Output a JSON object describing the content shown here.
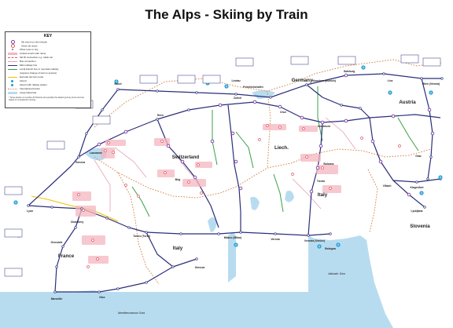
{
  "title": "The Alps - Skiing by Train",
  "key": {
    "heading": "KEY",
    "items": [
      {
        "label": "Ski resort on rail network",
        "symbol": "ring",
        "color": "#7a3fa0"
      },
      {
        "label": "Other ski resort",
        "symbol": "ring",
        "color": "#e05a6a"
      },
      {
        "label": "Other town or city",
        "symbol": "dot",
        "color": "#777777"
      },
      {
        "label": "Linked resorts with name",
        "symbol": "band",
        "color": "#f4b6bf"
      },
      {
        "label": "Ski lift connection e.g. cable car",
        "symbol": "dash",
        "color": "#e05a6a"
      },
      {
        "label": "Bus connection",
        "symbol": "line",
        "color": "#e8a0b8"
      },
      {
        "label": "Main railway line",
        "symbol": "line",
        "color": "#2b2f7a"
      },
      {
        "label": "Local branch line or mountain railway",
        "symbol": "line",
        "color": "#3aa047"
      },
      {
        "label": "(requires change of train to access)",
        "symbol": "none",
        "color": "#3aa047"
      },
      {
        "label": "Eurostar ski train route",
        "symbol": "line",
        "color": "#f3c200"
      },
      {
        "label": "Airport",
        "symbol": "airport",
        "color": "#1a9ad6"
      },
      {
        "label": "Airport with railway station",
        "symbol": "airport",
        "color": "#1a9ad6"
      },
      {
        "label": "International border",
        "symbol": "dotted",
        "color": "#d4874f"
      },
      {
        "label": "Large lakes/sea",
        "symbol": "band",
        "color": "#b8dcef"
      }
    ],
    "note": "* Some places on London-St Pancras are typically the fastest journey times and are based on a weekend morning."
  },
  "countries": [
    {
      "name": "Germany",
      "color": "#e8232b"
    },
    {
      "name": "Austria",
      "color": "#e8232b"
    },
    {
      "name": "Switzerland",
      "color": "#e8232b"
    },
    {
      "name": "Liech.",
      "color": "#e8232b"
    },
    {
      "name": "Italy",
      "color": "#e8232b"
    },
    {
      "name": "France",
      "color": "#e8232b"
    },
    {
      "name": "Slovenia",
      "color": "#e8232b"
    }
  ],
  "seas": [
    {
      "name": "Mediterranean Sea"
    },
    {
      "name": "Adriatic Sea"
    }
  ],
  "cities": [
    {
      "name": "Zurich"
    },
    {
      "name": "Bern"
    },
    {
      "name": "Geneva"
    },
    {
      "name": "Lyon"
    },
    {
      "name": "Grenoble"
    },
    {
      "name": "Chambery"
    },
    {
      "name": "Torino (Turin)"
    },
    {
      "name": "Milano (Milan)"
    },
    {
      "name": "Verona"
    },
    {
      "name": "Venezia (Venice)"
    },
    {
      "name": "Innsbruck"
    },
    {
      "name": "Salzburg"
    },
    {
      "name": "Munchen (Munich)"
    },
    {
      "name": "Wien (Vienna)"
    },
    {
      "name": "Graz"
    },
    {
      "name": "Villach"
    },
    {
      "name": "Klagenfurt"
    },
    {
      "name": "Ljubljana"
    },
    {
      "name": "Genova"
    },
    {
      "name": "Nice"
    },
    {
      "name": "Marseille"
    },
    {
      "name": "Friedrichshafen"
    },
    {
      "name": "Lindau"
    },
    {
      "name": "Basel"
    },
    {
      "name": "Lausanne"
    },
    {
      "name": "Brig"
    },
    {
      "name": "Chur"
    },
    {
      "name": "Bolzano"
    },
    {
      "name": "Trento"
    },
    {
      "name": "Linz"
    },
    {
      "name": "Bologna"
    }
  ],
  "colors": {
    "main_rail": "#2b2f7a",
    "local_rail": "#3aa047",
    "eurostar": "#f3c200",
    "border": "#d4874f",
    "water": "#b8dcef",
    "resort": "#e05a6a",
    "rail_resort": "#7a3fa0",
    "airport": "#1a9ad6",
    "resort_band": "#f4b6bf"
  }
}
